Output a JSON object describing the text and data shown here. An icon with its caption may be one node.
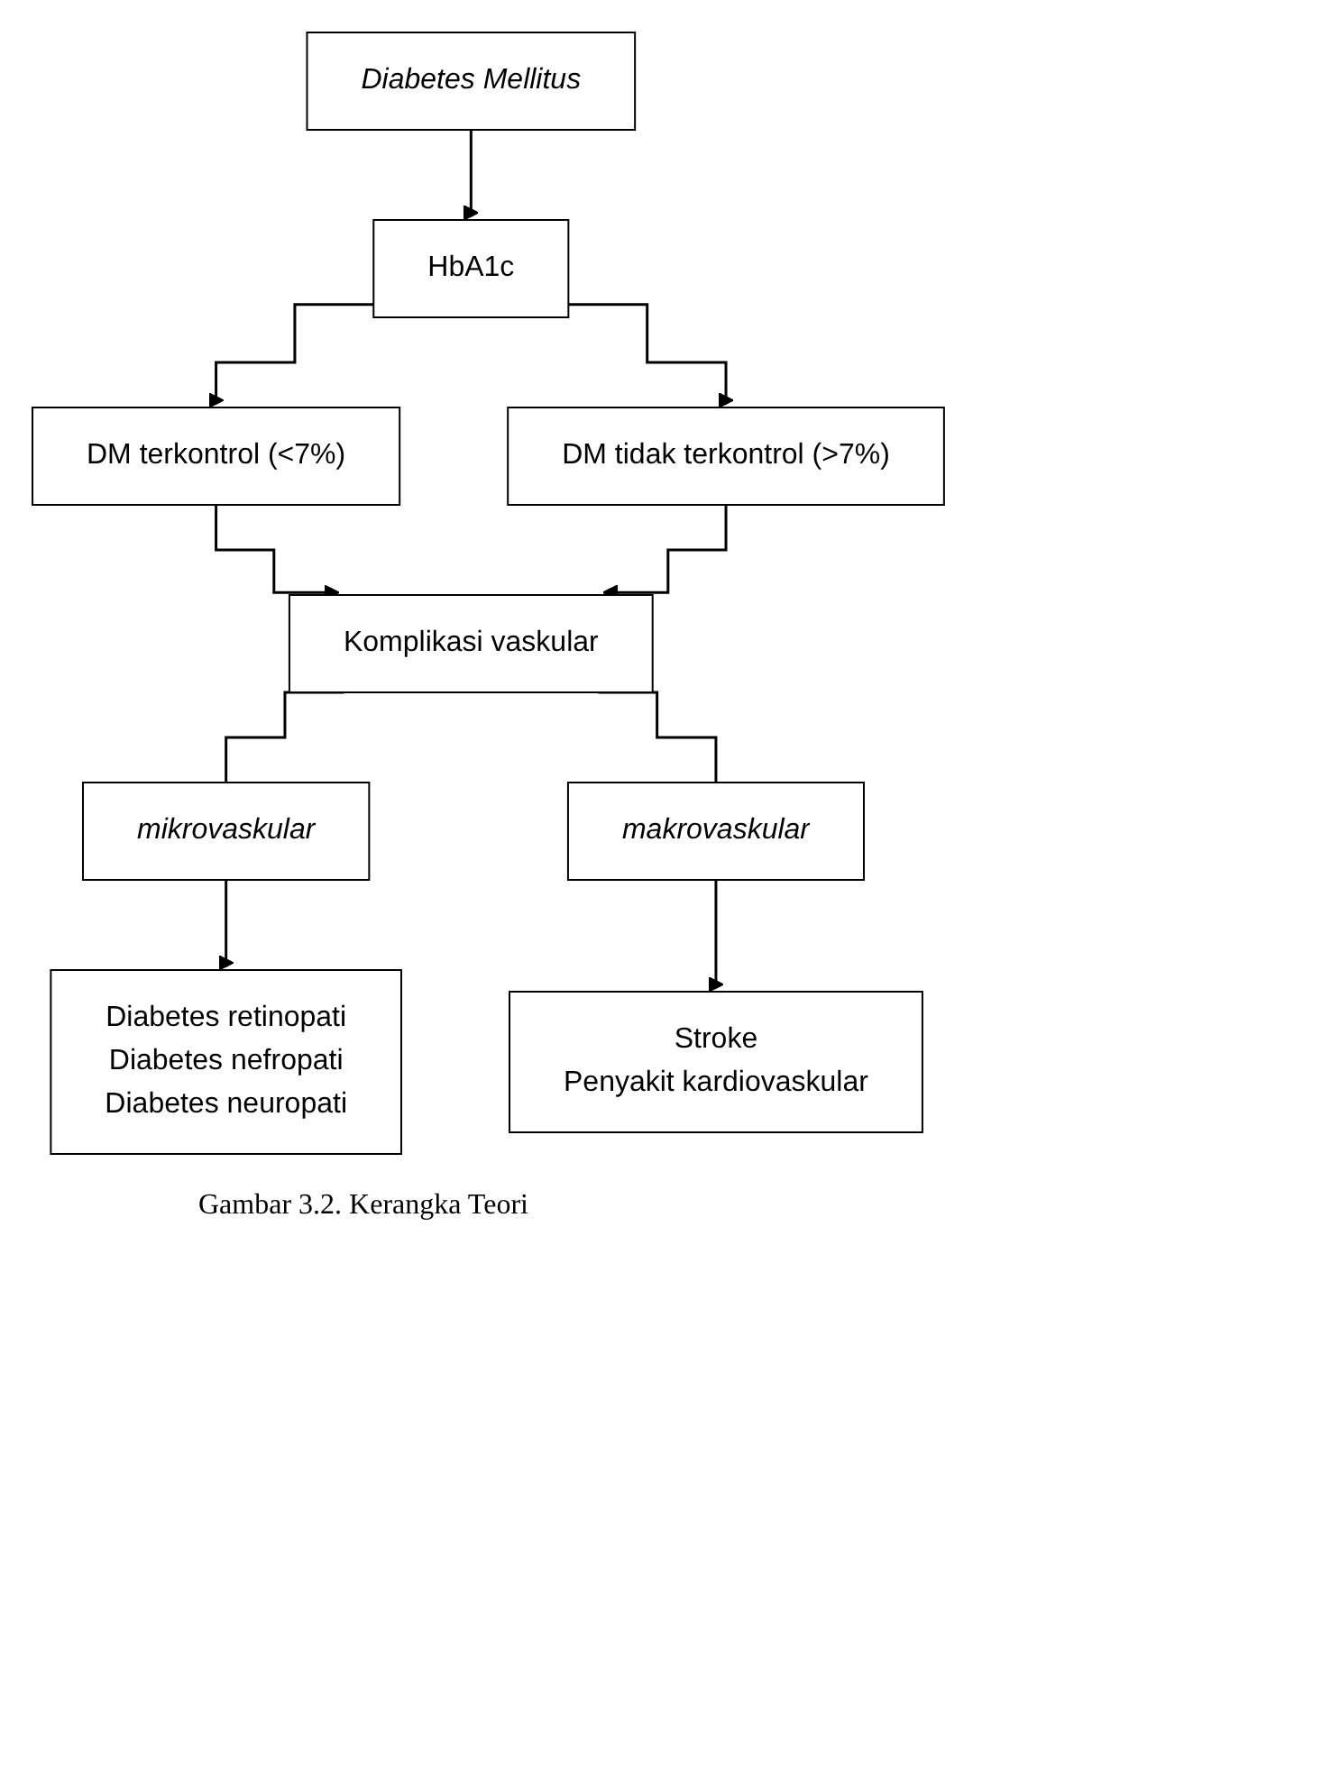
{
  "diagram": {
    "caption": "Gambar 3.2. Kerangka Teori",
    "nodes": [
      {
        "text": [
          "Diabetes Mellitus"
        ]
      },
      {
        "text": [
          "HbA1c"
        ]
      },
      {
        "text": [
          "DM terkontrol (<7%)"
        ]
      },
      {
        "text": [
          "DM tidak terkontrol (>7%)"
        ]
      },
      {
        "text": [
          "Komplikasi vaskular"
        ]
      },
      {
        "text": [
          "mikrovaskular"
        ]
      },
      {
        "text": [
          "makrovaskular"
        ]
      },
      {
        "text": [
          "Diabetes retinopati",
          "Diabetes nefropati",
          "Diabetes neuropati"
        ]
      },
      {
        "text": [
          "Stroke",
          "Penyakit kardiovaskular"
        ]
      }
    ],
    "edges": [
      {
        "from": 0,
        "to": 1,
        "arrow": "to"
      },
      {
        "from": 1,
        "to": 2,
        "arrow": "to"
      },
      {
        "from": 1,
        "to": 3,
        "arrow": "to"
      },
      {
        "from": 2,
        "to": 4,
        "arrow": "to"
      },
      {
        "from": 3,
        "to": 4,
        "arrow": "to"
      },
      {
        "from": 4,
        "to": 5,
        "arrow": "none"
      },
      {
        "from": 4,
        "to": 6,
        "arrow": "none"
      },
      {
        "from": 5,
        "to": 7,
        "arrow": "to"
      },
      {
        "from": 6,
        "to": 8,
        "arrow": "to"
      }
    ]
  }
}
